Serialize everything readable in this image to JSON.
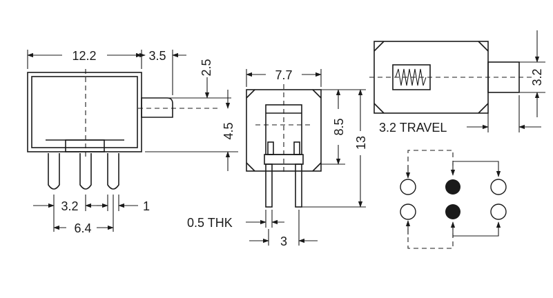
{
  "drawing": {
    "dimensions": {
      "side_width": "12.2",
      "side_actuator_length": "3.5",
      "side_top_offset": "2.5",
      "side_height": "4.5",
      "pin_pitch_small": "3.2",
      "pin_offset": "1",
      "pin_pitch_total": "6.4",
      "front_width": "7.7",
      "front_body_height": "8.5",
      "front_total_height": "13",
      "pin_thickness": "0.5 THK",
      "pin_spacing": "3",
      "top_actuator_width": "3.2",
      "travel": "3.2 TRAVEL"
    },
    "schematic": {
      "contacts": [
        {
          "row": "top",
          "col": 1,
          "state": "open"
        },
        {
          "row": "top",
          "col": 2,
          "state": "filled"
        },
        {
          "row": "top",
          "col": 3,
          "state": "open"
        },
        {
          "row": "bottom",
          "col": 1,
          "state": "open"
        },
        {
          "row": "bottom",
          "col": 2,
          "state": "filled"
        },
        {
          "row": "bottom",
          "col": 3,
          "state": "open"
        }
      ]
    }
  }
}
